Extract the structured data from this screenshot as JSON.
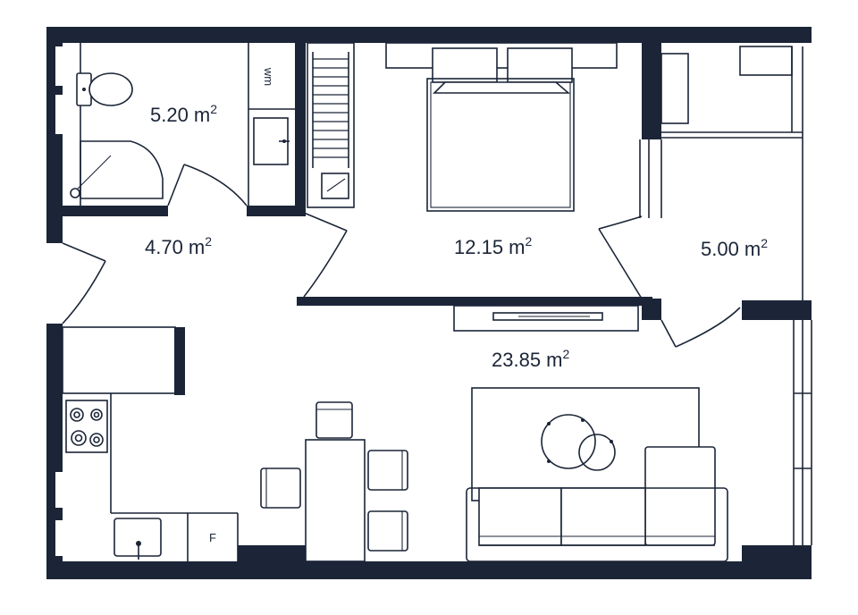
{
  "rooms": {
    "bathroom": {
      "area": "5.20 m",
      "sup": "2"
    },
    "hallway": {
      "area": "4.70 m",
      "sup": "2"
    },
    "bedroom": {
      "area": "12.15 m",
      "sup": "2"
    },
    "balcony": {
      "area": "5.00 m",
      "sup": "2"
    },
    "living": {
      "area": "23.85 m",
      "sup": "2"
    }
  },
  "labels": {
    "washing_machine": "wm",
    "fridge": "F"
  },
  "colors": {
    "wall": "#1b2537",
    "background": "#ffffff"
  }
}
